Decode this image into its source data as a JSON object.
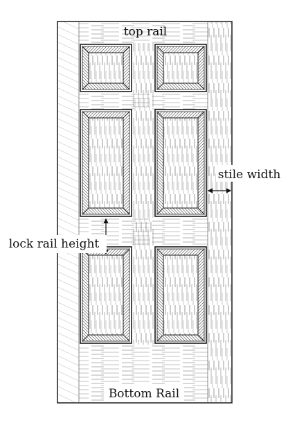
{
  "labels": {
    "top_rail": "top rail",
    "stile_width": "stile width",
    "lock_rail_height": "lock rail height",
    "bottom_rail": "Bottom Rail"
  },
  "colors": {
    "line": "#1a1a1a",
    "hatch": "#3a3a3a",
    "background": "#ffffff"
  }
}
